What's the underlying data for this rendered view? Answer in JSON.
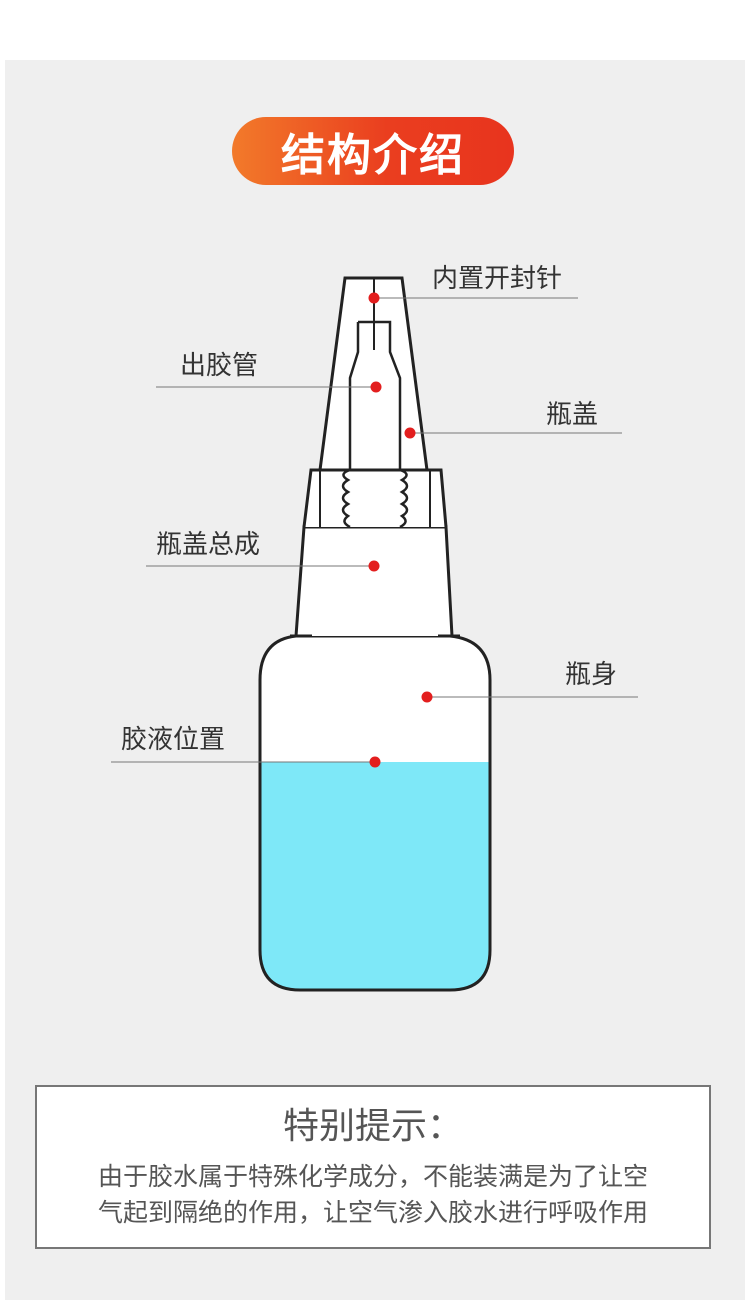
{
  "header": {
    "title": "结构介绍"
  },
  "labels": {
    "needle": "内置开封针",
    "nozzle": "出胶管",
    "cap": "瓶盖",
    "cap_assembly": "瓶盖总成",
    "body": "瓶身",
    "glue_level": "胶液位置"
  },
  "colors": {
    "title_gradient_start": "#f27a2a",
    "title_gradient_end": "#e8341e",
    "marker": "#e31e1e",
    "liquid": "#7ee8f8",
    "outline": "#222222"
  },
  "notice": {
    "title": "特别提示：",
    "line1": "由于胶水属于特殊化学成分，不能装满是为了让空",
    "line2": "气起到隔绝的作用，让空气渗入胶水进行呼吸作用"
  }
}
